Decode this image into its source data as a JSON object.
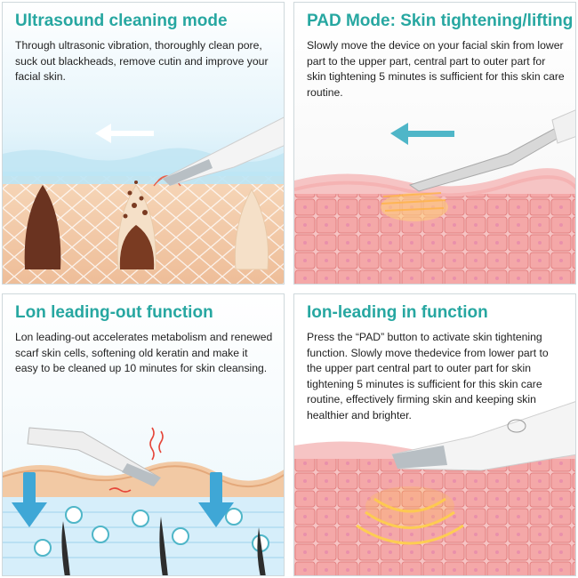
{
  "panels": [
    {
      "title": "Ultrasound cleaning mode",
      "body": "Through ultrasonic vibration, thoroughly clean pore, suck out blackheads, remove cutin and improve your facial skin."
    },
    {
      "title": "PAD Mode: Skin tightening/lifting",
      "body": "Slowly move the device on your facial skin from lower part to the upper part, central part to outer part for skin tightening 5 minutes is sufficient for this skin care routine."
    },
    {
      "title": "Lon leading-out function",
      "body": "Lon leading-out accelerates metabolism and renewed scarf skin cells, softening old keratin and make it easy to be cleaned up 10 minutes for skin cleansing."
    },
    {
      "title": "Ion-leading in function",
      "body": "Press the “PAD” button to activate skin tightening function. Slowly move thedevice from lower part to the upper part central part to outer part for skin tightening 5 minutes is sufficient for this skin care routine, effectively firming skin and keeping skin healthier and brighter."
    }
  ],
  "icons": [
    "arrow-left-icon",
    "spatula-device-icon",
    "ion-arrow-down-icon",
    "heat-wave-icon"
  ],
  "colors": {
    "title": "#27a7a1",
    "arrow_teal": "#4fb6c8",
    "skin_pink": "#f29a9a",
    "skin_tan": "#f2c9a4"
  }
}
